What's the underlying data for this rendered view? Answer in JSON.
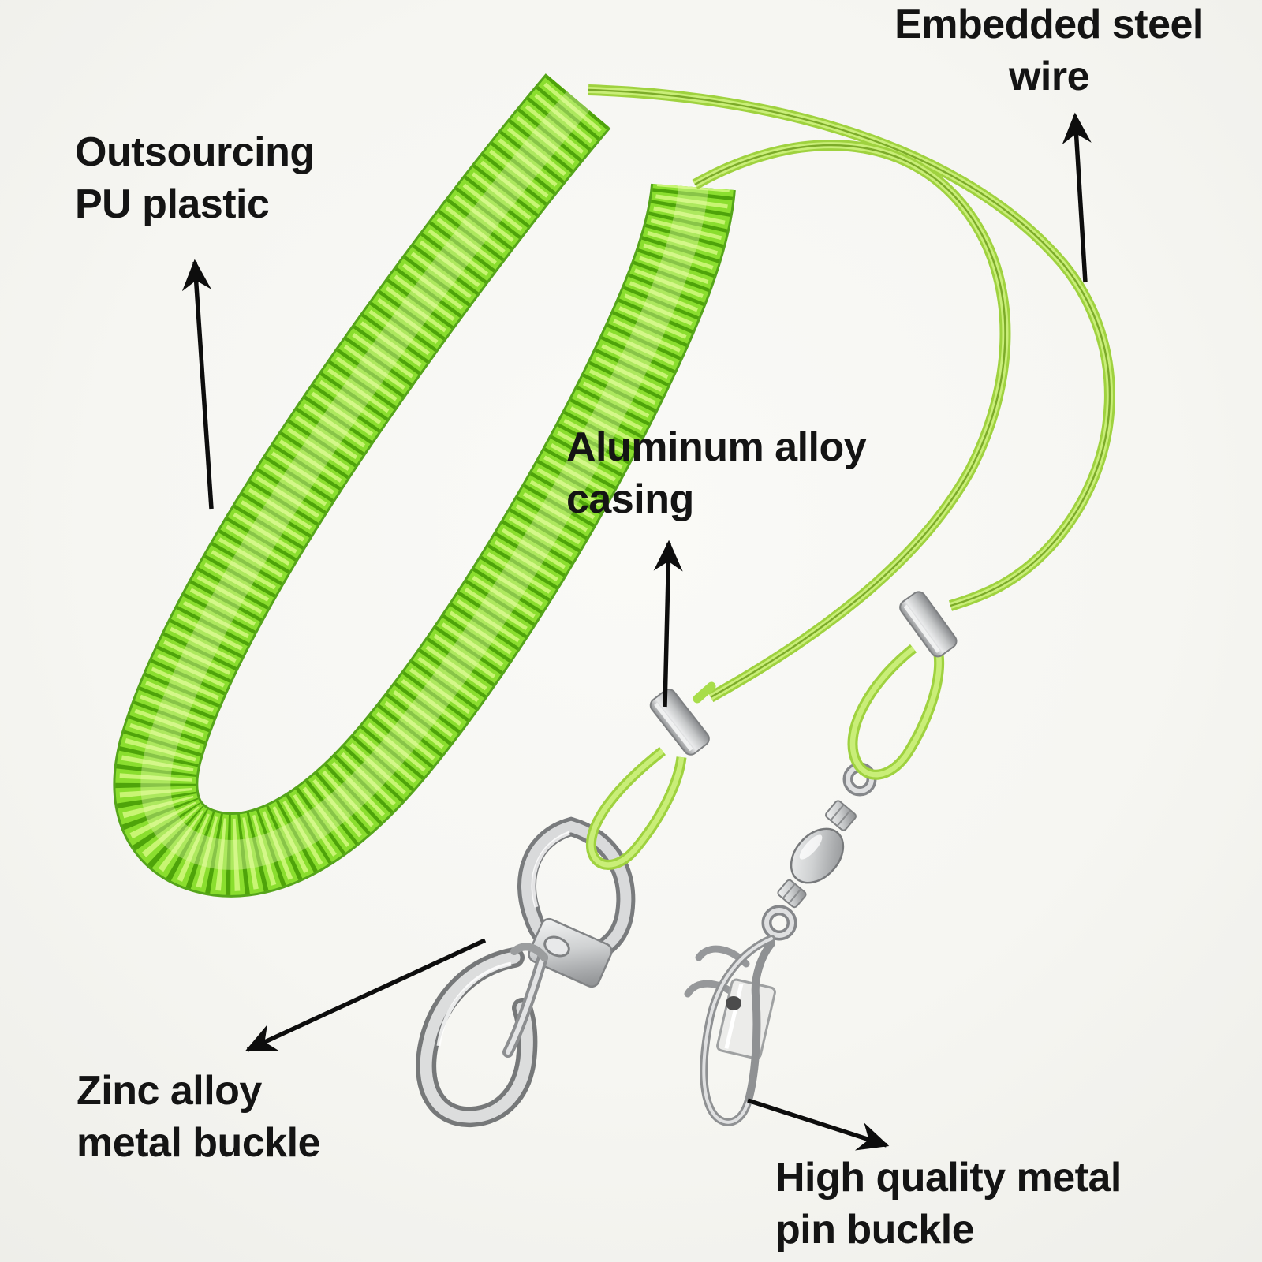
{
  "labels": {
    "embedded": {
      "line1": "Embedded steel",
      "line2": "wire"
    },
    "outsourcing": {
      "line1": "Outsourcing",
      "line2": "PU plastic"
    },
    "aluminum": {
      "line1": "Aluminum alloy",
      "line2": "casing"
    },
    "zinc": {
      "line1": "Zinc alloy",
      "line2": "metal buckle"
    },
    "pin": {
      "line1": "High quality metal",
      "line2": "pin buckle"
    }
  },
  "colors": {
    "background": "#f6f6f2",
    "text": "#141414",
    "arrow": "#0d0d0d",
    "coil_green_dark": "#4ea30a",
    "coil_green_mid": "#8ade2e",
    "coil_green_light": "#c8f573",
    "wire_green": "#a8d84a",
    "metal_silver": "#c4c6c7",
    "aluminum_sleeve": "#b9bbbd"
  },
  "parts": {
    "coil": "coiled-pu-cord",
    "wire": "embedded-steel-wire",
    "sleeve": "aluminum-crimp-sleeve",
    "left_buckle": "zinc-alloy-swivel-snap-hook",
    "right_buckle": "metal-pin-buckle-snap-swivel"
  }
}
